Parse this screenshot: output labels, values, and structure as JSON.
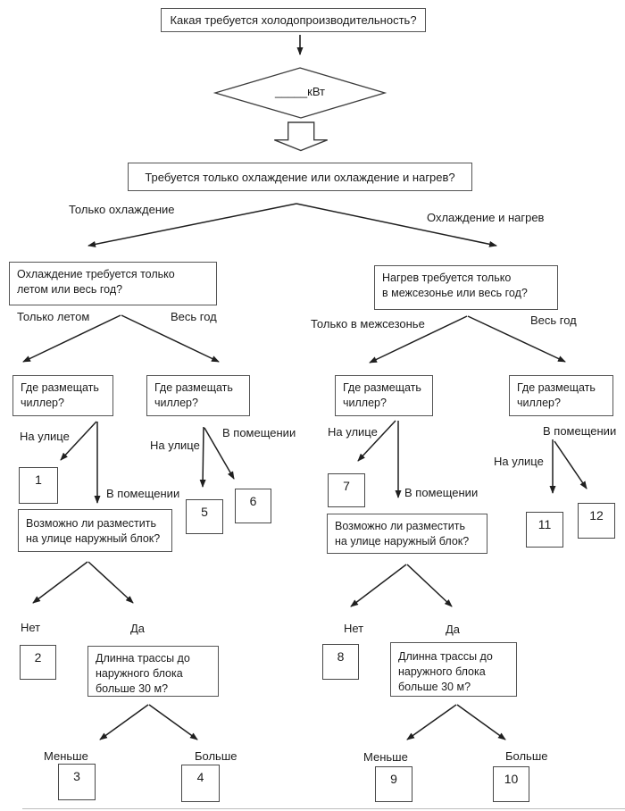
{
  "colors": {
    "line": "#1f1f1f",
    "box_border": "#545454",
    "background": "#ffffff"
  },
  "nodes": {
    "q_capacity": "Какая требуется холодопроизводительность?",
    "diamond_value": "_____кВт",
    "q_mode": "Требуется только охлаждение или охлаждение и нагрев?",
    "q_cooling_when": [
      "Охлаждение требуется только",
      "летом или весь год?"
    ],
    "q_heating_when": [
      "Нагрев требуется только",
      "в межсезонье или весь год?"
    ],
    "q_where_chiller": [
      "Где размещать",
      "чиллер?"
    ],
    "q_outdoor_unit": [
      "Возможно ли разместить",
      "на улице наружный блок?"
    ],
    "q_route_length": [
      "Длинна трассы до",
      "наружного блока",
      "больше 30 м?"
    ]
  },
  "labels": {
    "cooling_only": "Только охлаждение",
    "cooling_and_heating": "Охлаждение и нагрев",
    "summer_only": "Только летом",
    "all_year": "Весь год",
    "offseason_only": "Только в межсезонье",
    "outdoor": "На улице",
    "indoor": "В помещении",
    "no": "Нет",
    "yes": "Да",
    "less": "Меньше",
    "more": "Больше"
  },
  "results": [
    "1",
    "2",
    "3",
    "4",
    "5",
    "6",
    "7",
    "8",
    "9",
    "10",
    "11",
    "12"
  ]
}
